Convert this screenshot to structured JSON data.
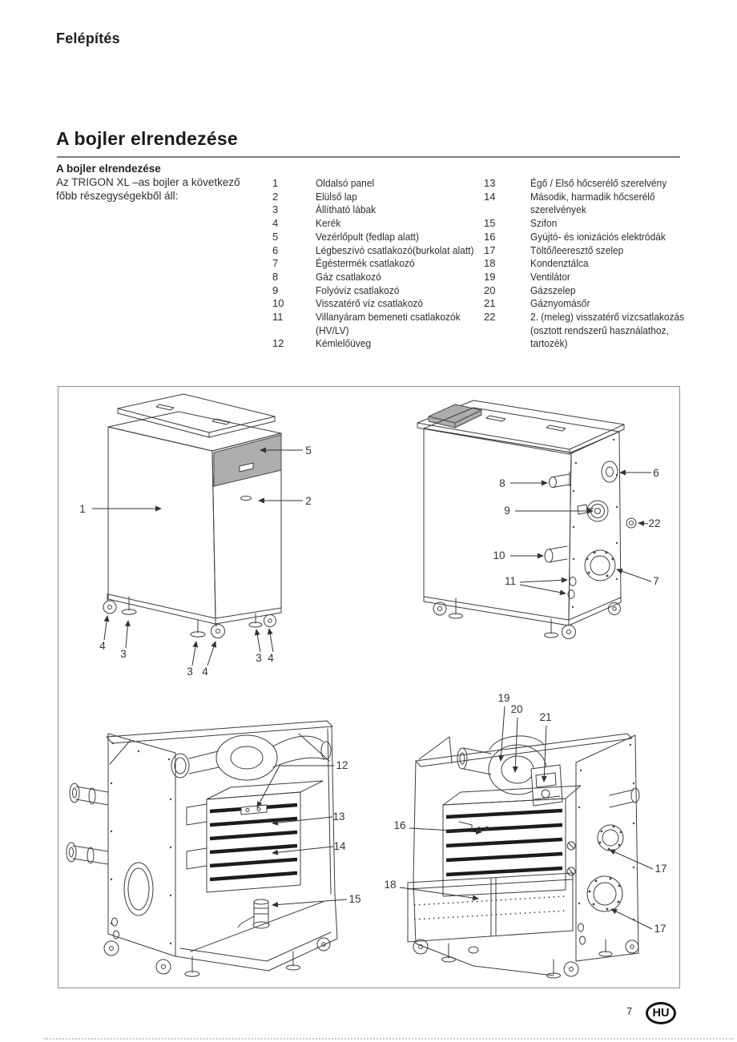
{
  "page": {
    "section_header": "Felépítés",
    "title": "A bojler elrendezése",
    "footer": {
      "page_number": "7",
      "language_badge": "HU"
    }
  },
  "parts_list": {
    "subtitle": "A bojler elrendezése",
    "intro": [
      "Az TRIGON XL –as bojler a következő",
      "főbb részegységekből áll:"
    ],
    "left_column": [
      {
        "num": "1",
        "lines": [
          "Oldalsó panel"
        ]
      },
      {
        "num": "2",
        "lines": [
          "Elülső lap"
        ]
      },
      {
        "num": "3",
        "lines": [
          "Állítható lábak"
        ]
      },
      {
        "num": "4",
        "lines": [
          "Kerék"
        ]
      },
      {
        "num": "5",
        "lines": [
          "Vezérlőpult (fedlap alatt)"
        ]
      },
      {
        "num": "6",
        "lines": [
          "Légbeszívó csatlakozó(burkolat alatt)"
        ]
      },
      {
        "num": "7",
        "lines": [
          "Égéstermék csatlakozó"
        ]
      },
      {
        "num": "8",
        "lines": [
          "Gáz csatlakozó"
        ]
      },
      {
        "num": "9",
        "lines": [
          "Folyóvíz csatlakozó"
        ]
      },
      {
        "num": "10",
        "lines": [
          "Visszatérő víz csatlakozó"
        ]
      },
      {
        "num": "11",
        "lines": [
          "Villanyáram bemeneti csatlakozók",
          "(HV/LV)"
        ]
      },
      {
        "num": "12",
        "lines": [
          "Kémlelőüveg"
        ]
      }
    ],
    "right_column": [
      {
        "num": "13",
        "lines": [
          "Égő / Első hőcserélő szerelvény"
        ]
      },
      {
        "num": "14",
        "lines": [
          "Második, harmadik hőcserélő",
          "szerelvények"
        ]
      },
      {
        "num": "15",
        "lines": [
          "Szifon"
        ]
      },
      {
        "num": "16",
        "lines": [
          "Gyújtó- és ionizációs elektródák"
        ]
      },
      {
        "num": "17",
        "lines": [
          "Töltő/leeresztő szelep"
        ]
      },
      {
        "num": "18",
        "lines": [
          "Kondenztálca"
        ]
      },
      {
        "num": "19",
        "lines": [
          "Ventilátor"
        ]
      },
      {
        "num": "20",
        "lines": [
          "Gázszelep"
        ]
      },
      {
        "num": "21",
        "lines": [
          "Gáznyomásőr"
        ]
      },
      {
        "num": "22",
        "lines": [
          "2. (meleg) visszatérő vízcsatlakozás",
          "(osztott rendszerű használathoz,",
          "tartozék)"
        ]
      }
    ]
  },
  "callouts": {
    "n1": "1",
    "n2": "2",
    "n3": "3",
    "n4": "4",
    "n5": "5",
    "n6": "6",
    "n7": "7",
    "n8": "8",
    "n9": "9",
    "n10": "10",
    "n11": "11",
    "n12": "12",
    "n13": "13",
    "n14": "14",
    "n15": "15",
    "n16": "16",
    "n17": "17",
    "n18": "18",
    "n19": "19",
    "n20": "20",
    "n21": "21",
    "n22": "22"
  }
}
